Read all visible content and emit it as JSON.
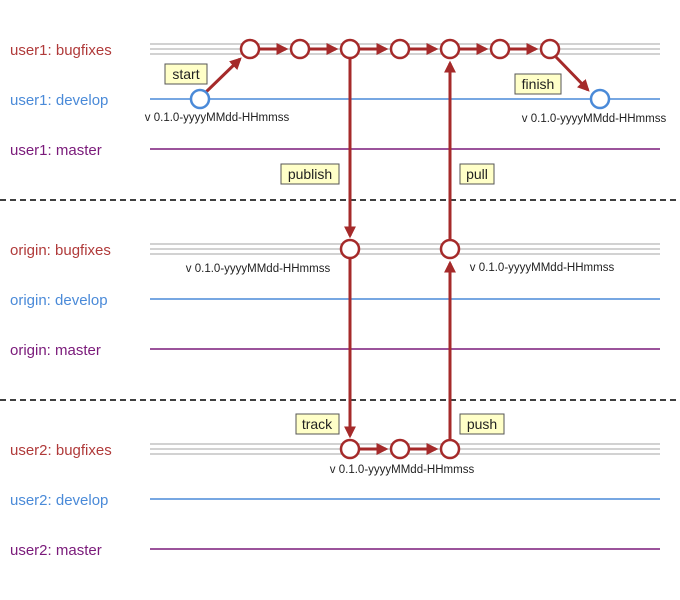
{
  "colors": {
    "bugfixes": "#b03a3a",
    "develop": "#4a8ad8",
    "master": "#7a1a7a",
    "arrow": "#a52a2a",
    "gray": "#c4c4c4",
    "tag_bg": "#ffffc8",
    "tag_border": "#555555"
  },
  "lanes": [
    {
      "label": "user1: bugfixes",
      "kind": "bugfixes"
    },
    {
      "label": "user1: develop",
      "kind": "develop"
    },
    {
      "label": "user1: master",
      "kind": "master"
    },
    {
      "label": "origin: bugfixes",
      "kind": "bugfixes"
    },
    {
      "label": "origin: develop",
      "kind": "develop"
    },
    {
      "label": "origin: master",
      "kind": "master"
    },
    {
      "label": "user2: bugfixes",
      "kind": "bugfixes"
    },
    {
      "label": "user2: develop",
      "kind": "develop"
    },
    {
      "label": "user2: master",
      "kind": "master"
    }
  ],
  "tags": {
    "start": "start",
    "finish": "finish",
    "publish": "publish",
    "pull": "pull",
    "track": "track",
    "push": "push"
  },
  "versions": {
    "user1_start": "v 0.1.0-yyyyMMdd-HHmmss",
    "user1_finish": "v 0.1.0-yyyyMMdd-HHmmss",
    "origin_publish": "v 0.1.0-yyyyMMdd-HHmmss",
    "origin_pull": "v 0.1.0-yyyyMMdd-HHmmss",
    "user2_track": "v 0.1.0-yyyyMMdd-HHmmss"
  }
}
